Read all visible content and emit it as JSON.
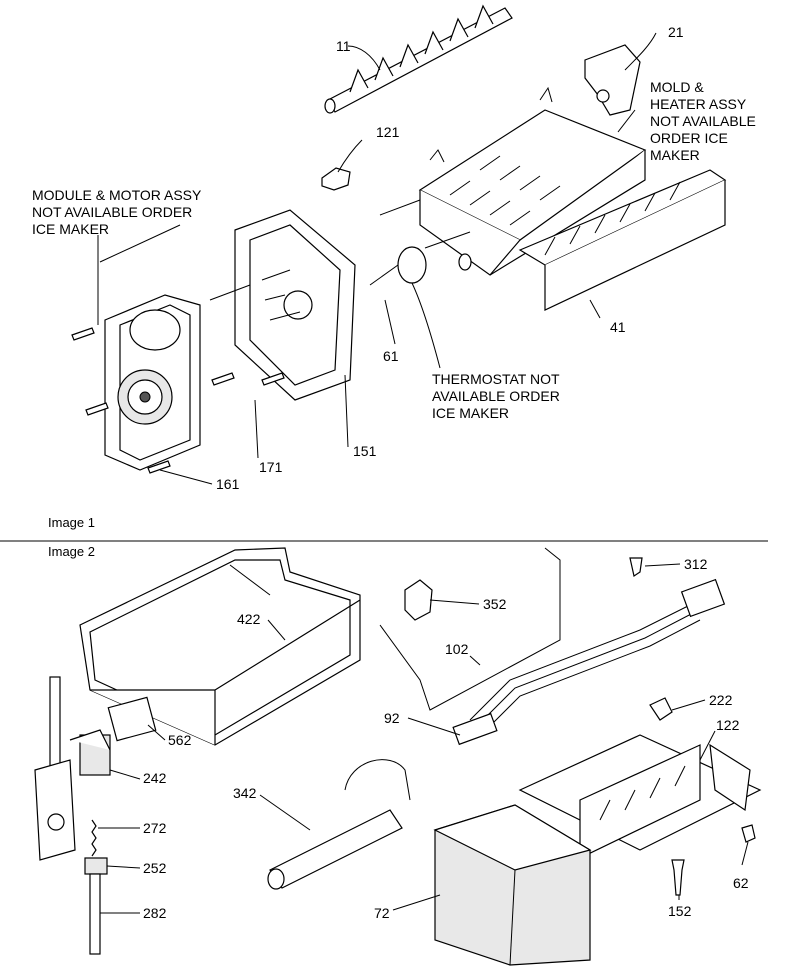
{
  "image1": {
    "caption": "Image 1",
    "notes": {
      "module_motor": [
        "MODULE & MOTOR ASSY",
        "NOT AVAILABLE ORDER",
        "ICE MAKER"
      ],
      "mold_heater": [
        "MOLD &",
        "HEATER ASSY",
        "NOT AVAILABLE",
        "ORDER ICE",
        "MAKER"
      ],
      "thermostat": [
        "THERMOSTAT NOT",
        "AVAILABLE ORDER",
        "ICE MAKER"
      ]
    },
    "parts": {
      "p11": "11",
      "p21": "21",
      "p121": "121",
      "p41": "41",
      "p61": "61",
      "p151": "151",
      "p171": "171",
      "p161": "161"
    }
  },
  "image2": {
    "caption": "Image 2",
    "parts": {
      "p422": "422",
      "p352": "352",
      "p312": "312",
      "p102": "102",
      "p222": "222",
      "p92": "92",
      "p122": "122",
      "p562": "562",
      "p242": "242",
      "p272": "272",
      "p252": "252",
      "p282": "282",
      "p342": "342",
      "p72": "72",
      "p152": "152",
      "p62": "62"
    }
  }
}
